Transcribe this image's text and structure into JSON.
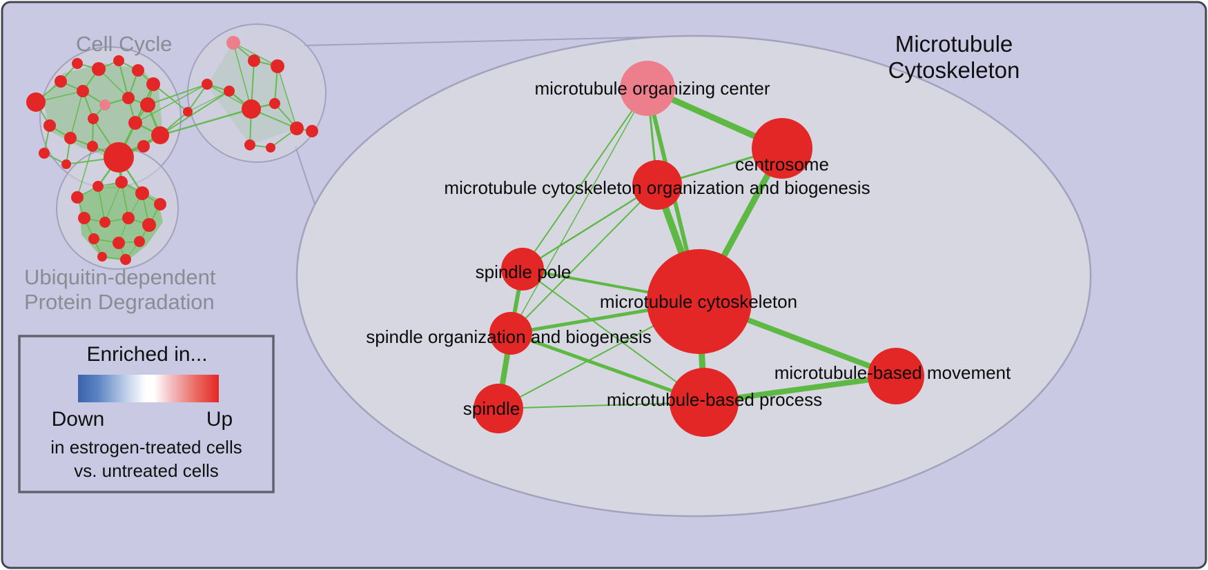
{
  "figure": {
    "type": "enrichment-map-network",
    "overview": {
      "cell_cycle_label": "Cell Cycle",
      "ubiquitin_line1": "Ubiquitin-dependent",
      "ubiquitin_line2": "Protein Degradation"
    },
    "zoom": {
      "title_line1": "Microtubule",
      "title_line2": "Cytoskeleton",
      "nodes": [
        {
          "label": "microtubule organizing center",
          "color": "#ec7f8b",
          "size": "medium"
        },
        {
          "label": "centrosome",
          "color": "#e32726",
          "size": "medium"
        },
        {
          "label": "microtubule cytoskeleton organization and biogenesis",
          "color": "#e32726",
          "size": "medium"
        },
        {
          "label": "spindle pole",
          "color": "#e32726",
          "size": "small"
        },
        {
          "label": "microtubule cytoskeleton",
          "color": "#e32726",
          "size": "large"
        },
        {
          "label": "spindle organization and biogenesis",
          "color": "#e32726",
          "size": "small"
        },
        {
          "label": "microtubule-based movement",
          "color": "#e32726",
          "size": "medium"
        },
        {
          "label": "microtubule-based process",
          "color": "#e32726",
          "size": "medium-large"
        },
        {
          "label": "spindle",
          "color": "#e32726",
          "size": "small"
        }
      ],
      "edges": [
        {
          "source": 0,
          "target": 1,
          "weight": "thick"
        },
        {
          "source": 0,
          "target": 2,
          "weight": "thin"
        },
        {
          "source": 0,
          "target": 4,
          "weight": "medium"
        },
        {
          "source": 0,
          "target": 3,
          "weight": "thin"
        },
        {
          "source": 0,
          "target": 5,
          "weight": "thin"
        },
        {
          "source": 1,
          "target": 4,
          "weight": "thick"
        },
        {
          "source": 1,
          "target": 2,
          "weight": "thin"
        },
        {
          "source": 2,
          "target": 4,
          "weight": "thick"
        },
        {
          "source": 2,
          "target": 3,
          "weight": "thin"
        },
        {
          "source": 2,
          "target": 5,
          "weight": "thin"
        },
        {
          "source": 3,
          "target": 4,
          "weight": "medium"
        },
        {
          "source": 3,
          "target": 5,
          "weight": "medium"
        },
        {
          "source": 3,
          "target": 8,
          "weight": "medium"
        },
        {
          "source": 3,
          "target": 7,
          "weight": "thin"
        },
        {
          "source": 5,
          "target": 4,
          "weight": "medium"
        },
        {
          "source": 5,
          "target": 8,
          "weight": "thick"
        },
        {
          "source": 5,
          "target": 7,
          "weight": "medium"
        },
        {
          "source": 4,
          "target": 7,
          "weight": "thick"
        },
        {
          "source": 4,
          "target": 6,
          "weight": "thick"
        },
        {
          "source": 4,
          "target": 8,
          "weight": "thin"
        },
        {
          "source": 7,
          "target": 6,
          "weight": "thick"
        },
        {
          "source": 8,
          "target": 7,
          "weight": "thin"
        }
      ]
    },
    "legend": {
      "title": "Enriched in...",
      "down_label": "Down",
      "up_label": "Up",
      "caption_line1": "in estrogen-treated cells",
      "caption_line2": "vs. untreated cells",
      "gradient_colors": [
        "#3a63ac",
        "#ffffff",
        "#e32726"
      ]
    },
    "colors": {
      "background": "#c9c9e3",
      "edge_green": "#5db944",
      "node_up_red": "#e32726",
      "node_partial_pink": "#ec7f8b",
      "cluster_outline": "#a2a2bd",
      "gray_label": "#8b8b93"
    }
  }
}
